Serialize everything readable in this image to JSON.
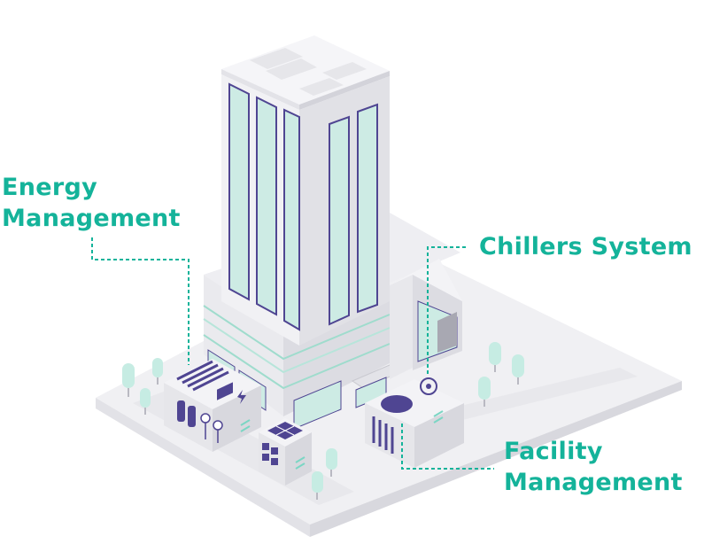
{
  "labels": {
    "energy_line1": "Energy",
    "energy_line2": "Management",
    "chillers": "Chillers System",
    "facility_line1": "Facility",
    "facility_line2": "Management"
  },
  "colors": {
    "accent": "#14b39a",
    "window": "#cdebe4",
    "window_frame": "#4f4592",
    "wall_light": "#f4f4f6",
    "wall_mid": "#e6e6ea",
    "wall_dark": "#d6d6dc",
    "equipment": "#4f4592",
    "tree": "#c6ece3"
  }
}
